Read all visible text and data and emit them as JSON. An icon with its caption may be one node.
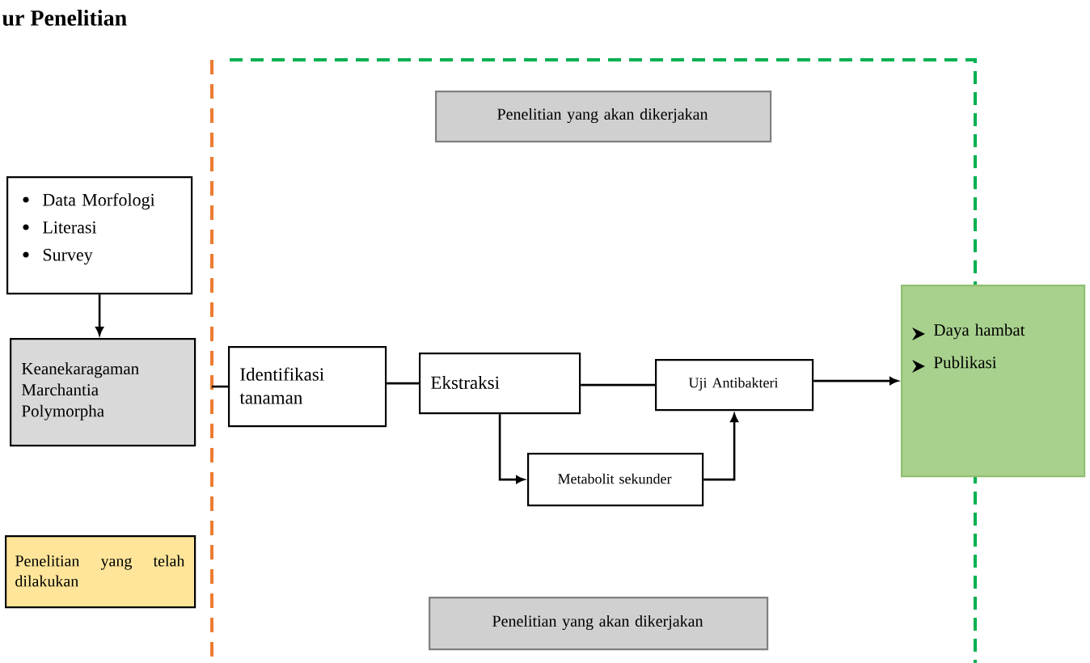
{
  "diagram": {
    "title": "ur Penelitian",
    "nodes": [
      {
        "text": [
          "Data Morfologi",
          "Literasi",
          "Survey"
        ]
      },
      {
        "text": [
          "Keanekaragaman Marchantia Polymorpha"
        ]
      },
      {
        "text": [
          "Identifikasi tanaman"
        ]
      },
      {
        "text": [
          "Ekstraksi"
        ]
      },
      {
        "text": [
          "Uji Antibakteri"
        ]
      },
      {
        "text": [
          "Metabolit sekunder"
        ]
      },
      {
        "text": [
          "Daya hambat",
          "Publikasi"
        ]
      },
      {
        "text": [
          "Penelitian yang telah dilakukan"
        ]
      },
      {
        "text": [
          "Penelitian yang akan dikerjakan"
        ]
      },
      {
        "text": [
          "Penelitian yang akan dikerjakan"
        ]
      }
    ],
    "edges": [
      {
        "from": 0,
        "to": 1,
        "arrow": "to"
      },
      {
        "from": null,
        "to": 2,
        "arrow": "none"
      },
      {
        "from": 2,
        "to": 3,
        "arrow": "none"
      },
      {
        "from": 3,
        "to": 4,
        "arrow": "none"
      },
      {
        "from": 3,
        "to": 5,
        "arrow": "to"
      },
      {
        "from": 5,
        "to": 4,
        "arrow": "to"
      },
      {
        "from": 4,
        "to": 6,
        "arrow": "to"
      }
    ]
  }
}
